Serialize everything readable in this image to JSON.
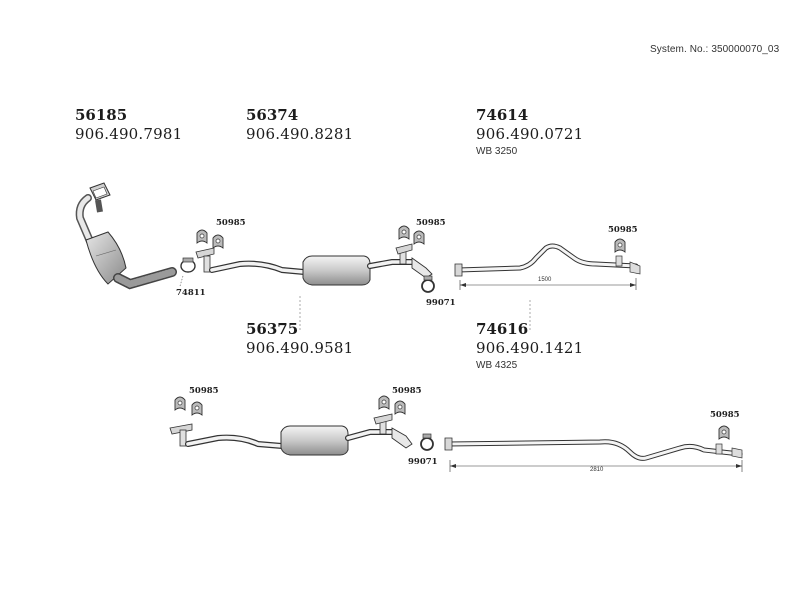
{
  "header": {
    "system_no": "System. No.: 350000070_03"
  },
  "assemblies": {
    "a56185": {
      "part_no": "56185",
      "oem_no": "906.490.7981"
    },
    "a56374": {
      "part_no": "56374",
      "oem_no": "906.490.8281"
    },
    "a74614": {
      "part_no": "74614",
      "oem_no": "906.490.0721",
      "wheelbase": "WB 3250"
    },
    "a56375": {
      "part_no": "56375",
      "oem_no": "906.490.9581"
    },
    "a74616": {
      "part_no": "74616",
      "oem_no": "906.490.1421",
      "wheelbase": "WB 4325"
    }
  },
  "callouts": {
    "clamp_74811": "74811",
    "mount_50985_a": "50985",
    "mount_50985_b": "50985",
    "mount_50985_c": "50985",
    "clamp_99071_top": "99071",
    "mount_50985_d": "50985",
    "mount_50985_e": "50985",
    "clamp_99071_bottom": "99071",
    "mount_50985_f": "50985"
  },
  "dimensions": {
    "tailpipe_top_length": "1500",
    "tailpipe_bottom_length": "2810"
  }
}
